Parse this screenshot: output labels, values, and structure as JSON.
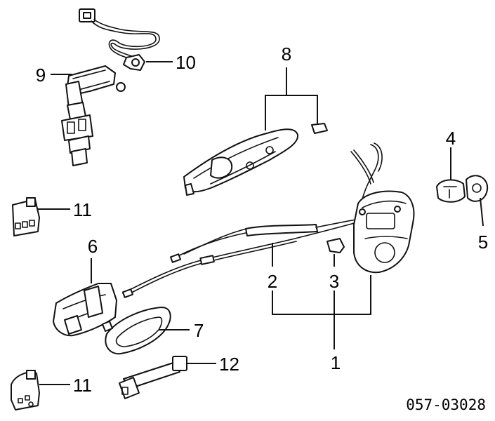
{
  "diagram": {
    "callouts": [
      {
        "id": "1",
        "text": "1"
      },
      {
        "id": "2",
        "text": "2"
      },
      {
        "id": "3",
        "text": "3"
      },
      {
        "id": "4",
        "text": "4"
      },
      {
        "id": "5",
        "text": "5"
      },
      {
        "id": "6",
        "text": "6"
      },
      {
        "id": "7",
        "text": "7"
      },
      {
        "id": "8",
        "text": "8"
      },
      {
        "id": "9",
        "text": "9"
      },
      {
        "id": "10",
        "text": "10"
      },
      {
        "id": "11a",
        "text": "11"
      },
      {
        "id": "11b",
        "text": "11"
      },
      {
        "id": "12",
        "text": "12"
      }
    ],
    "figure_code": "057-03028"
  }
}
